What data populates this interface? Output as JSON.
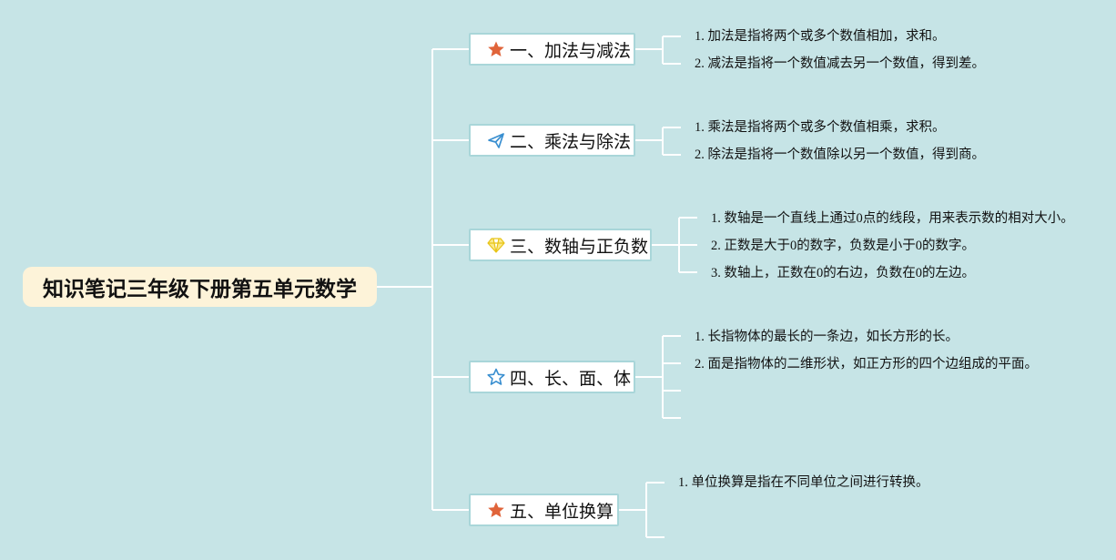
{
  "root": {
    "title": "知识笔记三年级下册第五单元数学"
  },
  "branches": [
    {
      "label": "一、加法与减法",
      "icon": "star-filled-icon",
      "icon_color": "#e0643a",
      "items": [
        "1. 加法是指将两个或多个数值相加，求和。",
        "2. 减法是指将一个数值减去另一个数值，得到差。"
      ]
    },
    {
      "label": "二、乘法与除法",
      "icon": "paper-plane-icon",
      "icon_color": "#3a8fd0",
      "items": [
        "1. 乘法是指将两个或多个数值相乘，求积。",
        "2. 除法是指将一个数值除以另一个数值，得到商。"
      ]
    },
    {
      "label": "三、数轴与正负数",
      "icon": "diamond-icon",
      "icon_color": "#f2d21e",
      "items": [
        "1. 数轴是一个直线上通过0点的线段，用来表示数的相对大小。",
        "2. 正数是大于0的数字，负数是小于0的数字。",
        "3. 数轴上，正数在0的右边，负数在0的左边。"
      ]
    },
    {
      "label": "四、长、面、体",
      "icon": "star-outline-icon",
      "icon_color": "#3a8fd0",
      "items": [
        "1. 长指物体的最长的一条边，如长方形的长。",
        "2. 面是指物体的二维形状，如正方形的四个边组成的平面。",
        "",
        ""
      ]
    },
    {
      "label": "五、单位换算",
      "icon": "star-filled-icon",
      "icon_color": "#e0643a",
      "items": [
        "1. 单位换算是指在不同单位之间进行转换。",
        ""
      ]
    }
  ],
  "colors": {
    "background": "#c6e4e6",
    "connector": "#ffffff",
    "root_fill": "#fdf3d9",
    "branch_border": "#a9d6d9"
  }
}
